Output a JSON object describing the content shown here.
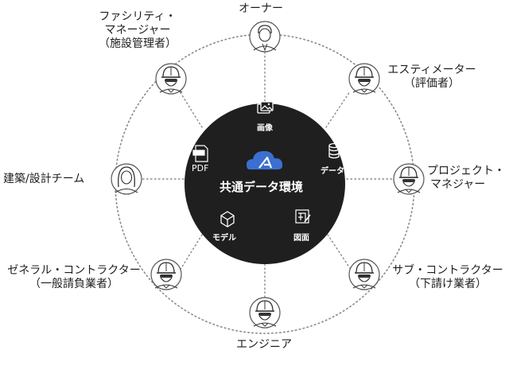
{
  "hub": {
    "title": "共通データ環境",
    "items": [
      {
        "label": "画像",
        "icon": "image-icon"
      },
      {
        "label": "PDF",
        "icon": "pdf-file-icon"
      },
      {
        "label": "データ",
        "icon": "database-icon"
      },
      {
        "label": "モデル",
        "icon": "cube-model-icon"
      },
      {
        "label": "図面",
        "icon": "drawing-icon"
      }
    ],
    "center_icon": "cloud-logo-icon"
  },
  "roles": {
    "owner": {
      "line1": "オーナー",
      "icon": "businessman-icon"
    },
    "facility_manager": {
      "line1": "ファシリティ・",
      "line2": "マネージャー",
      "line3": "（施設管理者）",
      "icon": "helmet-worker-icon"
    },
    "estimator": {
      "line1": "エスティメーター",
      "line2": "（評価者）",
      "icon": "helmet-worker-icon"
    },
    "project_manager": {
      "line1": "プロジェクト・",
      "line2": "マネジャー",
      "icon": "helmet-worker-icon"
    },
    "design_team": {
      "line1": "建築/設計チーム",
      "icon": "woman-icon"
    },
    "general_contractor": {
      "line1": "ゼネラル・コントラクター",
      "line2": "（一般請負業者）",
      "icon": "helmet-worker-icon"
    },
    "sub_contractor": {
      "line1": "サブ・コントラクター",
      "line2": "（下請け業者）",
      "icon": "helmet-worker-icon"
    },
    "engineer": {
      "line1": "エンジニア",
      "icon": "helmet-worker-icon"
    }
  },
  "colors": {
    "hub": "#1f1f1f",
    "cloud": "#3c6fd0",
    "ring": "#8a8a8a"
  }
}
